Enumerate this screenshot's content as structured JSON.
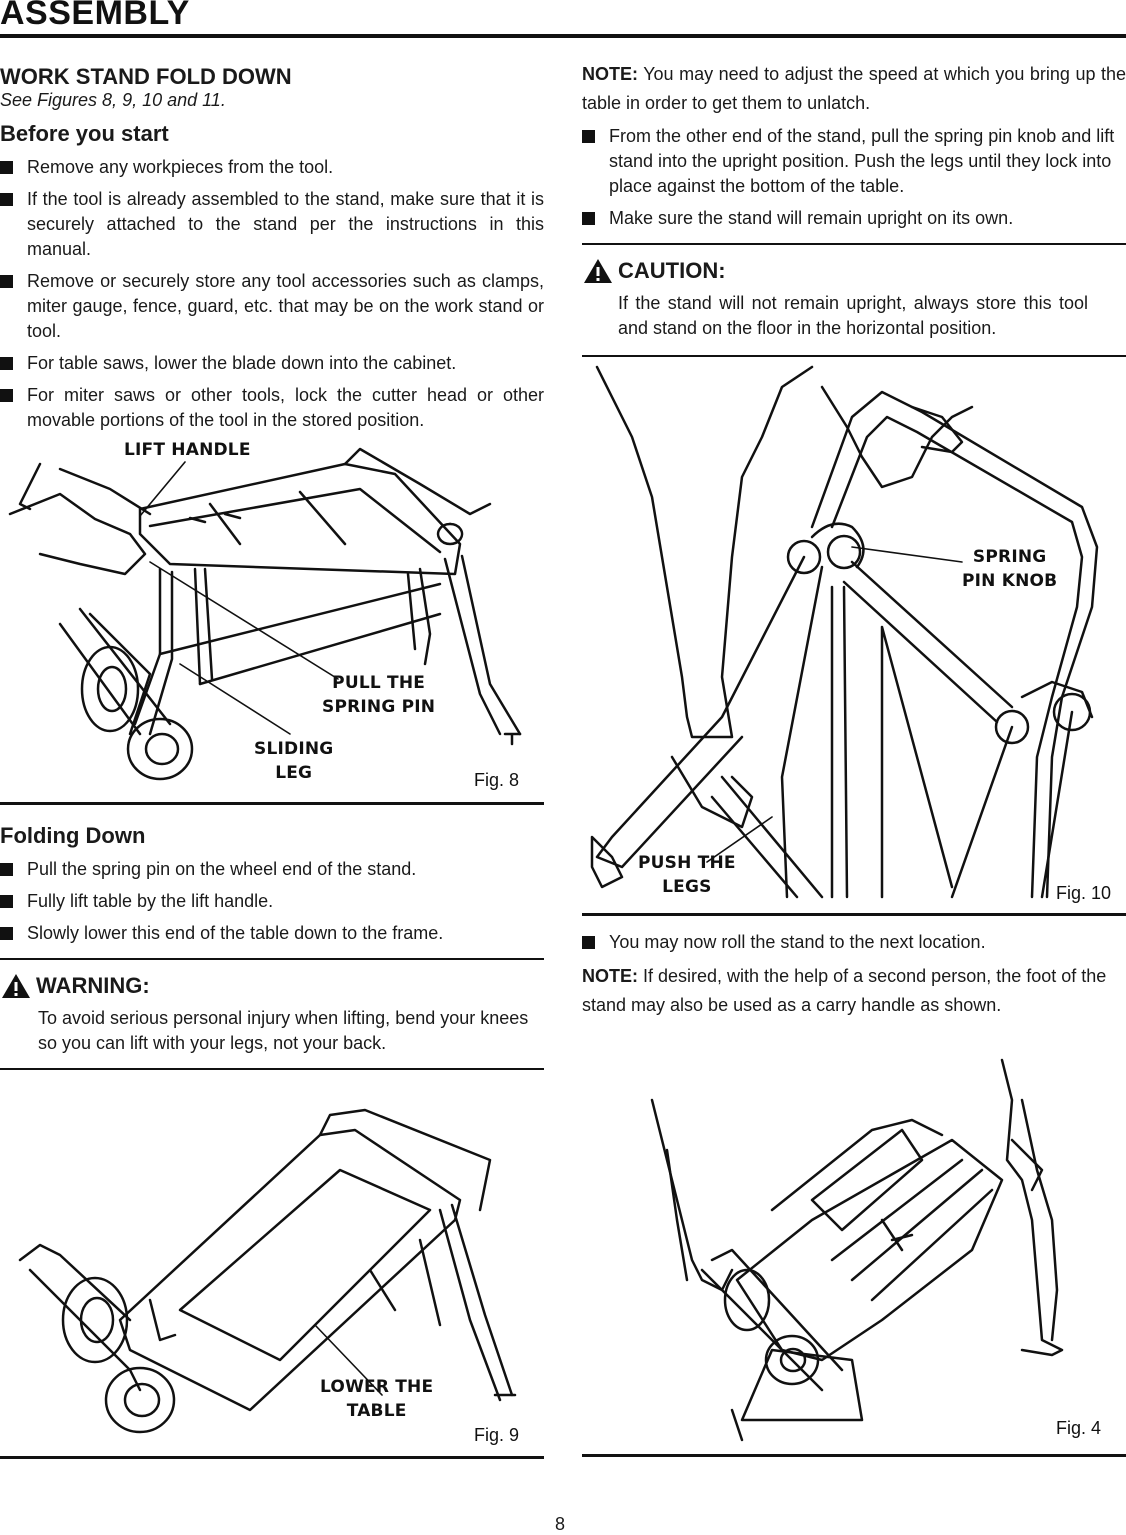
{
  "header": {
    "title": "ASSEMBLY"
  },
  "left": {
    "section_title": "WORK STAND FOLD DOWN",
    "section_subtitle": "See Figures 8, 9, 10 and 11.",
    "before_heading": "Before you start",
    "before_items": [
      "Remove any workpieces from the tool.",
      "If the tool is already assembled to the stand, make sure that it is securely attached to the stand per the instructions in this manual.",
      "Remove or securely store any tool accessories such as clamps, miter gauge, fence, guard, etc. that may be on the work stand or tool.",
      "For table saws, lower the blade down into the cabinet.",
      "For miter saws or other tools, lock the cutter head or other movable portions of the tool in the stored position."
    ],
    "fig8": {
      "lift_handle": "LIFT HANDLE",
      "pull_pin": "PULL THE\nSPRING PIN",
      "sliding_leg": "SLIDING\nLEG",
      "label": "Fig. 8"
    },
    "folding_heading": "Folding Down",
    "folding_items": [
      "Pull the spring pin on the wheel end of the stand.",
      "Fully lift table by the lift handle.",
      "Slowly lower this end of the table down to the frame."
    ],
    "warning": {
      "heading": "WARNING:",
      "text": "To avoid serious personal injury when lifting, bend your knees so you can lift with your legs, not your back."
    },
    "fig9": {
      "lower_table": "LOWER THE\nTABLE",
      "label": "Fig. 9"
    }
  },
  "right": {
    "note1_label": "NOTE:",
    "note1_text": " You may need to adjust the speed at which you bring up the table in order to get them to unlatch.",
    "items": [
      "From the other end of the stand, pull the spring pin knob and lift stand into the upright position. Push the legs until they lock into place against the bottom of the table.",
      "Make sure the stand will remain upright on its own."
    ],
    "caution": {
      "heading": "CAUTION:",
      "text": "If the stand will not remain upright, always store this tool and stand on the floor in the horizontal position."
    },
    "fig10": {
      "spring_knob": "SPRING\nPIN KNOB",
      "push_legs": "PUSH THE\nLEGS",
      "label": "Fig. 10"
    },
    "roll_item": "You may now roll the stand to the next location.",
    "note2_label": "NOTE:",
    "note2_text": " If desired, with the help of a second person, the foot of the stand may also be used as a carry handle as shown.",
    "fig4": {
      "label": "Fig. 4"
    }
  },
  "footer": {
    "page_number": "8"
  },
  "icons": {
    "warning": "warning-triangle-icon",
    "caution": "caution-triangle-icon",
    "bullet": "square-bullet"
  }
}
